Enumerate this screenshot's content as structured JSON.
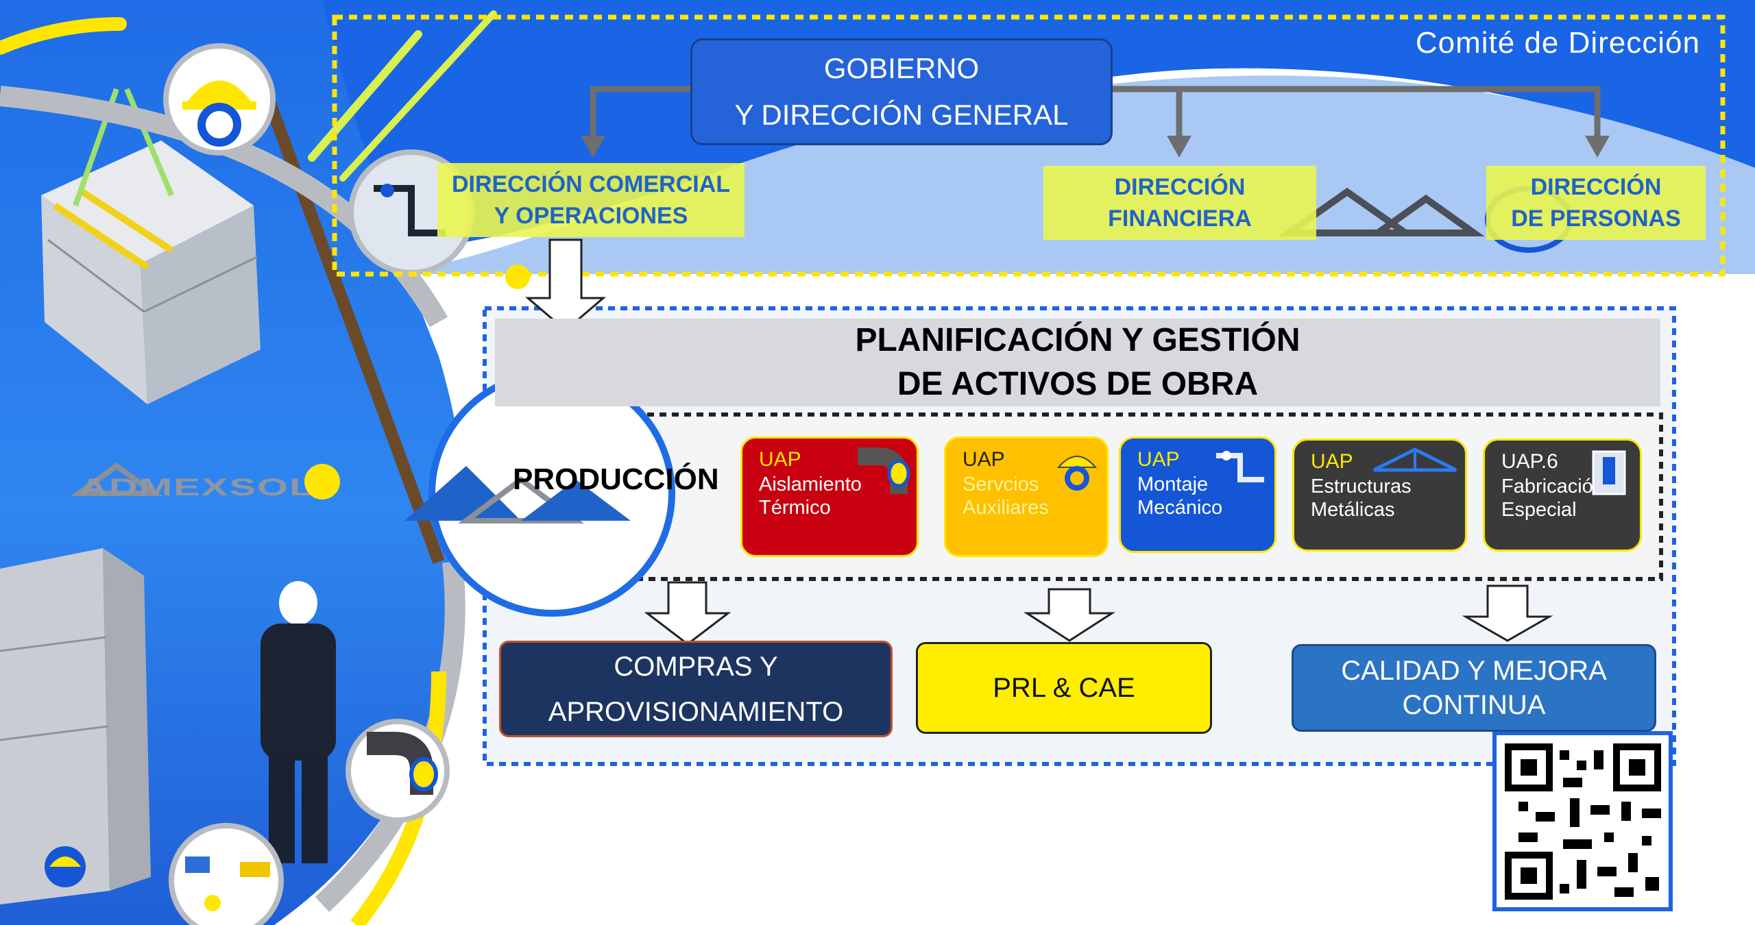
{
  "committee": {
    "label": "Comité de Dirección"
  },
  "governance": {
    "line1": "GOBIERNO",
    "line2": "Y DIRECCIÓN GENERAL"
  },
  "directions": {
    "commercial": {
      "line1": "DIRECCIÓN COMERCIAL",
      "line2": "Y OPERACIONES"
    },
    "financial": {
      "line1": "DIRECCIÓN",
      "line2": "FINANCIERA"
    },
    "people": {
      "line1": "DIRECCIÓN",
      "line2": "DE PERSONAS"
    }
  },
  "planning": {
    "line1": "PLANIFICACIÓN Y GESTIÓN",
    "line2": "DE ACTIVOS DE OBRA"
  },
  "production": {
    "label": "PRODUCCIÓN"
  },
  "uaps": [
    {
      "code": "UAP",
      "line1": "Aislamiento",
      "line2": "Térmico",
      "bg": "#c8000f",
      "code_color": "#ffe600",
      "text_color": "#ffffff",
      "icon": "pipe-insulation-icon"
    },
    {
      "code": "UAP",
      "line1": "Servcios",
      "line2": "Auxiliares",
      "bg": "#ffc000",
      "code_color": "#222222",
      "text_color": "#fff3a0",
      "icon": "safety-helmet-gear-icon"
    },
    {
      "code": "UAP",
      "line1": "Montaje",
      "line2": "Mecánico",
      "bg": "#1456d6",
      "code_color": "#ffe600",
      "text_color": "#ffffff",
      "icon": "mechanical-pipes-icon"
    },
    {
      "code": "UAP",
      "line1": "Estructuras",
      "line2": "Metálicas",
      "bg": "#3a3a3a",
      "code_color": "#ffe600",
      "text_color": "#ffffff",
      "icon": "steel-truss-icon"
    },
    {
      "code": "UAP.6",
      "line1": "Fabricación",
      "line2": "Especial",
      "bg": "#3a3a3a",
      "code_color": "#ffffff",
      "text_color": "#ffffff",
      "icon": "air-handler-icon"
    }
  ],
  "support": {
    "purchasing": {
      "line1": "COMPRAS Y",
      "line2": "APROVISIONAMIENTO"
    },
    "prl": {
      "label": "PRL & CAE"
    },
    "quality": {
      "line1": "CALIDAD Y MEJORA",
      "line2": "CONTINUA"
    }
  },
  "brand": {
    "logo": "ADMEXSOL"
  },
  "colors": {
    "brand_blue": "#1f63c9",
    "brand_yellow": "#ffe600",
    "planning_gray": "#d7d9de",
    "purchasing_navy": "#1d3460",
    "quality_blue": "#2b73c4"
  }
}
